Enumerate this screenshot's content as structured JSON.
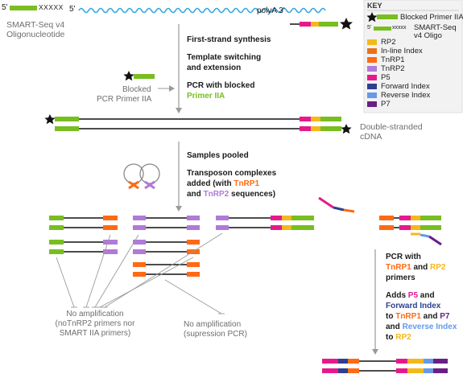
{
  "colors": {
    "green": "#78be20",
    "rp2": "#f5b81b",
    "inline": "#e8721c",
    "tnrp1": "#ff6a13",
    "tnrp2": "#b07ad8",
    "p5": "#e6198c",
    "forward": "#2e3f8f",
    "reverse": "#6699e8",
    "p7": "#6b1e85",
    "polya": "#33a6e0",
    "arrow": "#9a9a9a"
  },
  "top": {
    "oligo_5prime": "5'",
    "oligo_xxxxx": "XXXXX",
    "oligo_label_line1": "SMART-Seq v4",
    "oligo_label_line2": "Oligonucleotide",
    "rna_5prime": "5'",
    "polya_label": "polyA 3'"
  },
  "steps": {
    "first_strand": "First-strand synthesis",
    "template_switching_1": "Template switching",
    "template_switching_2": "and extension",
    "pcr_blocked": "PCR with blocked",
    "primer_iia": "Primer IIA",
    "blocked_label_1": "Blocked",
    "blocked_label_2": "PCR Primer IIA",
    "ds_cdna_1": "Double-stranded",
    "ds_cdna_2": "cDNA",
    "samples_pooled": "Samples pooled",
    "transposon_1": "Transposon complexes",
    "transposon_2_pre": "added (with ",
    "transposon_tnrp1": "TnRP1",
    "transposon_3_pre": "and ",
    "transposon_tnrp2": "TnRP2",
    "transposon_3_post": " sequences)"
  },
  "no_amp_1": {
    "line1": "No amplification",
    "line2": "(noTnRP2 primers nor",
    "line3": "SMART IIA primers)"
  },
  "no_amp_2": {
    "line1": "No amplification",
    "line2": "(supression PCR)"
  },
  "pcr2": {
    "line1": "PCR with",
    "tnrp1": "TnRP1",
    "and": " and ",
    "rp2": "RP2",
    "line3": "primers",
    "adds": "Adds ",
    "p5": "P5",
    "and2": " and",
    "forward_index": "Forward Index",
    "to": "to ",
    "tnrp1b": "TnRP1",
    "and3": " and ",
    "p7": "P7",
    "and4": "and ",
    "reverse_index": "Reverse Index",
    "to2": "to ",
    "rp2b": "RP2"
  },
  "key": {
    "title": "KEY",
    "items": [
      {
        "label": "Blocked Primer IIA"
      },
      {
        "prefix": "5'",
        "xxxxx": "xxxxx",
        "label1": "SMART-Seq",
        "label2": "v4 Oligo"
      },
      {
        "label": "RP2"
      },
      {
        "label": "In-line Index"
      },
      {
        "label": "TnRP1"
      },
      {
        "label": "TnRP2"
      },
      {
        "label": "P5"
      },
      {
        "label": "Forward Index"
      },
      {
        "label": "Reverse Index"
      },
      {
        "label": "P7"
      }
    ]
  }
}
